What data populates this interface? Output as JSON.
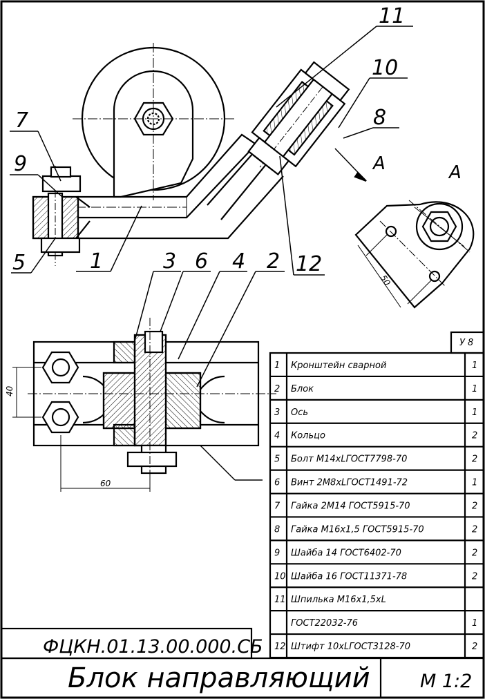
{
  "drawing": {
    "code": "ФЦКН.01.13.00.000.СБ",
    "title": "Блок направляющий",
    "scale": "М 1:2",
    "view_label": "А",
    "section_arrow_label": "А",
    "table_tag": "У 8"
  },
  "leaders": [
    "11",
    "10",
    "8",
    "7",
    "9",
    "5",
    "1",
    "12",
    "3",
    "6",
    "4",
    "2"
  ],
  "dimensions": [
    "50",
    "40",
    "60"
  ],
  "parts": [
    {
      "pos": "1",
      "name": "Кронштейн сварной",
      "qty": "1"
    },
    {
      "pos": "2",
      "name": "Блок",
      "qty": "1"
    },
    {
      "pos": "3",
      "name": "Ось",
      "qty": "1"
    },
    {
      "pos": "4",
      "name": "Кольцо",
      "qty": "2"
    },
    {
      "pos": "5",
      "name": "Болт М14хLГОСТ7798-70",
      "qty": "2"
    },
    {
      "pos": "6",
      "name": "Винт 2М8хLГОСТ1491-72",
      "qty": "1"
    },
    {
      "pos": "7",
      "name": "Гайка 2М14 ГОСТ5915-70",
      "qty": "2"
    },
    {
      "pos": "8",
      "name": "Гайка М16х1,5 ГОСТ5915-70",
      "qty": "2"
    },
    {
      "pos": "9",
      "name": "Шайба 14 ГОСТ6402-70",
      "qty": "2"
    },
    {
      "pos": "10",
      "name": "Шайба 16 ГОСТ11371-78",
      "qty": "2"
    },
    {
      "pos": "11",
      "name": "Шпилька М16х1,5хL",
      "qty": ""
    },
    {
      "pos": "",
      "name": "ГОСТ22032-76",
      "qty": "1"
    },
    {
      "pos": "12",
      "name": "Штифт 10хLГОСТ3128-70",
      "qty": "2"
    }
  ]
}
